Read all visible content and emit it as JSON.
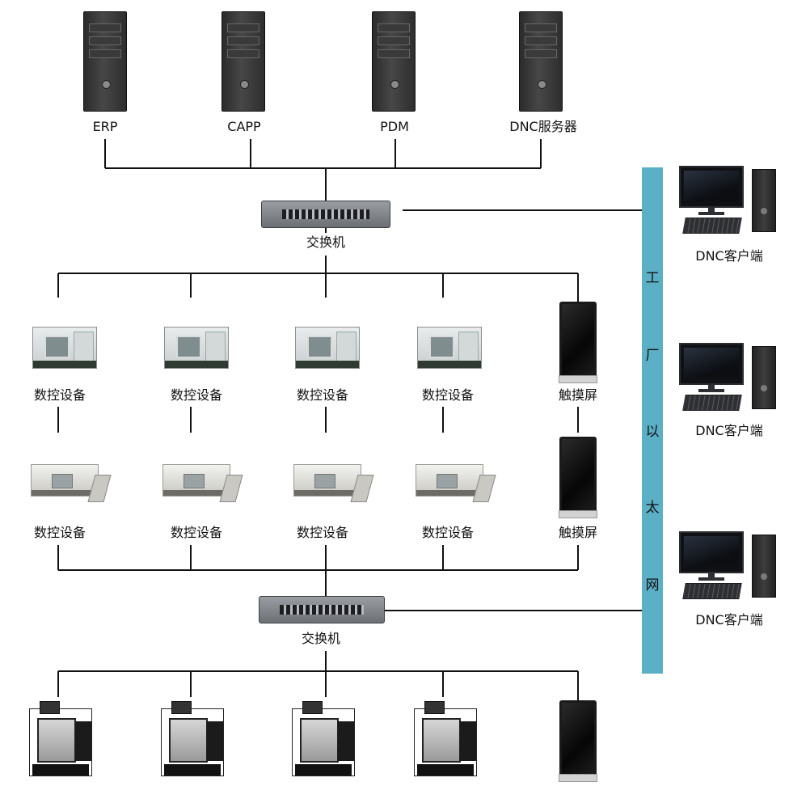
{
  "servers": [
    {
      "label": "ERP",
      "icon": "server-tower-icon"
    },
    {
      "label": "CAPP",
      "icon": "server-tower-icon"
    },
    {
      "label": "PDM",
      "icon": "server-tower-icon"
    },
    {
      "label": "DNC服务器",
      "icon": "server-tower-icon"
    }
  ],
  "switches": [
    {
      "label": "交换机",
      "icon": "network-switch-icon"
    },
    {
      "label": "交换机",
      "icon": "network-switch-icon"
    }
  ],
  "device_row1": [
    "数控设备",
    "数控设备",
    "数控设备",
    "数控设备"
  ],
  "touch_label_row1": "触摸屏",
  "device_row2": [
    "数控设备",
    "数控设备",
    "数控设备",
    "数控设备"
  ],
  "touch_label_row2": "触摸屏",
  "ethernet_bar": {
    "chars": [
      "工",
      "厂",
      "以",
      "太",
      "网"
    ],
    "color": "#5bb0c6"
  },
  "clients": [
    {
      "label": "DNC客户端",
      "icon": "desktop-pc-icon"
    },
    {
      "label": "DNC客户端",
      "icon": "desktop-pc-icon"
    },
    {
      "label": "DNC客户端",
      "icon": "desktop-pc-icon"
    }
  ]
}
